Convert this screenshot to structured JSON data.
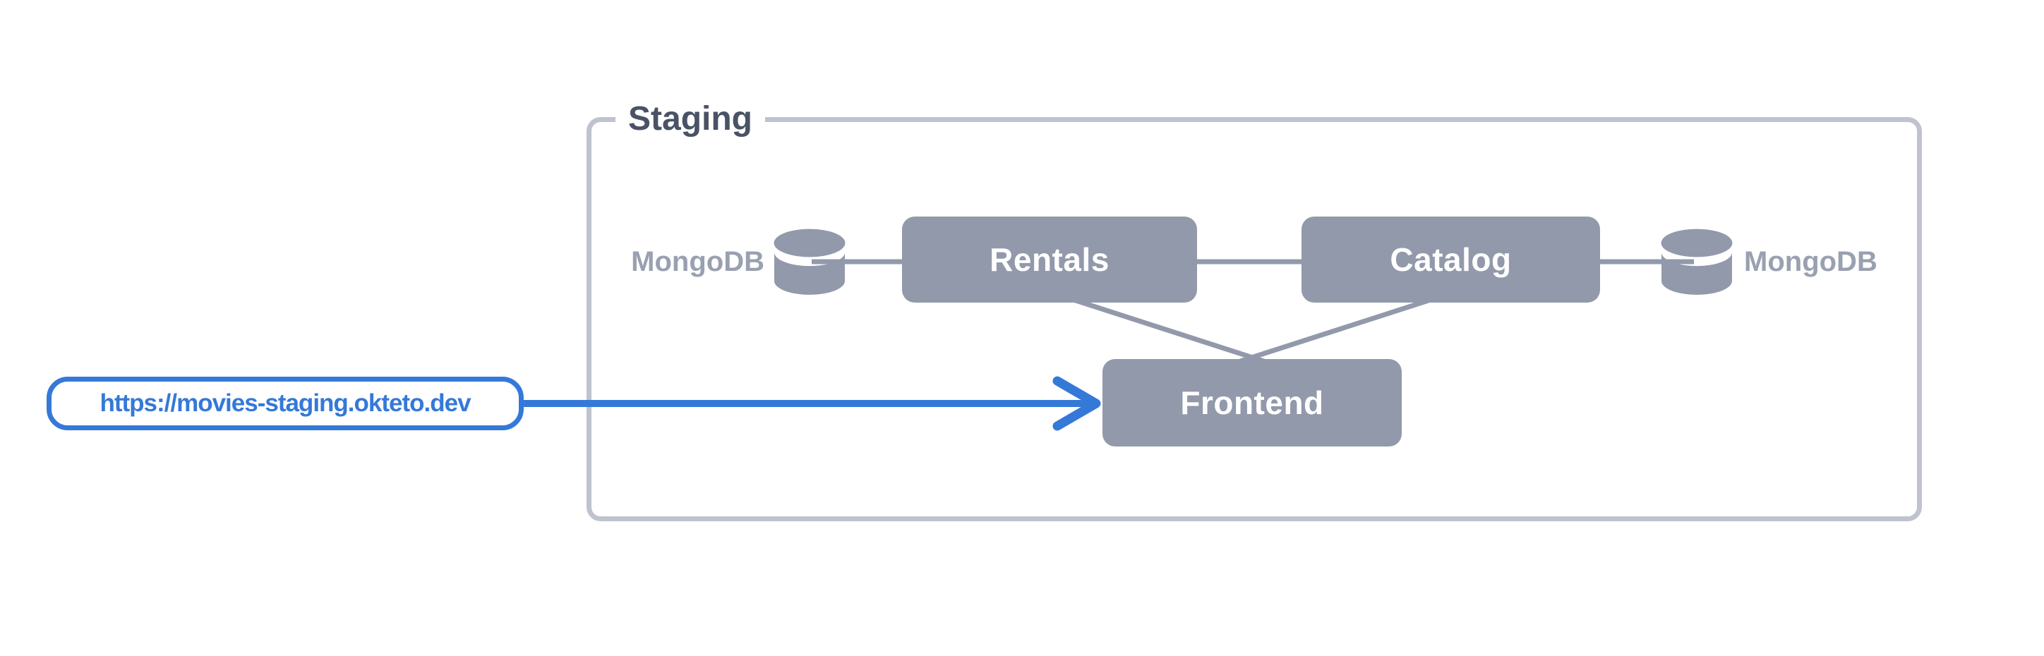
{
  "diagram": {
    "group": {
      "label": "Staging"
    },
    "nodes": [
      {
        "id": "rentals",
        "label": "Rentals"
      },
      {
        "id": "catalog",
        "label": "Catalog"
      },
      {
        "id": "frontend",
        "label": "Frontend"
      }
    ],
    "databases": [
      {
        "id": "mongodb-left",
        "label": "MongoDB",
        "icon": "database-icon"
      },
      {
        "id": "mongodb-right",
        "label": "MongoDB",
        "icon": "database-icon"
      }
    ],
    "url_callout": {
      "text": "https://movies-staging.okteto.dev",
      "points_to": "Frontend"
    },
    "connections": [
      {
        "from": "mongodb-left",
        "to": "rentals"
      },
      {
        "from": "rentals",
        "to": "catalog"
      },
      {
        "from": "catalog",
        "to": "mongodb-right"
      },
      {
        "from": "rentals",
        "to": "frontend"
      },
      {
        "from": "catalog",
        "to": "frontend"
      }
    ],
    "colors": {
      "accent_blue": "#3579d8",
      "node_gray": "#9299ab",
      "group_border_gray": "#bec3cf",
      "group_title_dark": "#4a5365",
      "db_label_gray": "#99a0b0",
      "node_text_white": "#ffffff",
      "background": "#ffffff"
    }
  }
}
